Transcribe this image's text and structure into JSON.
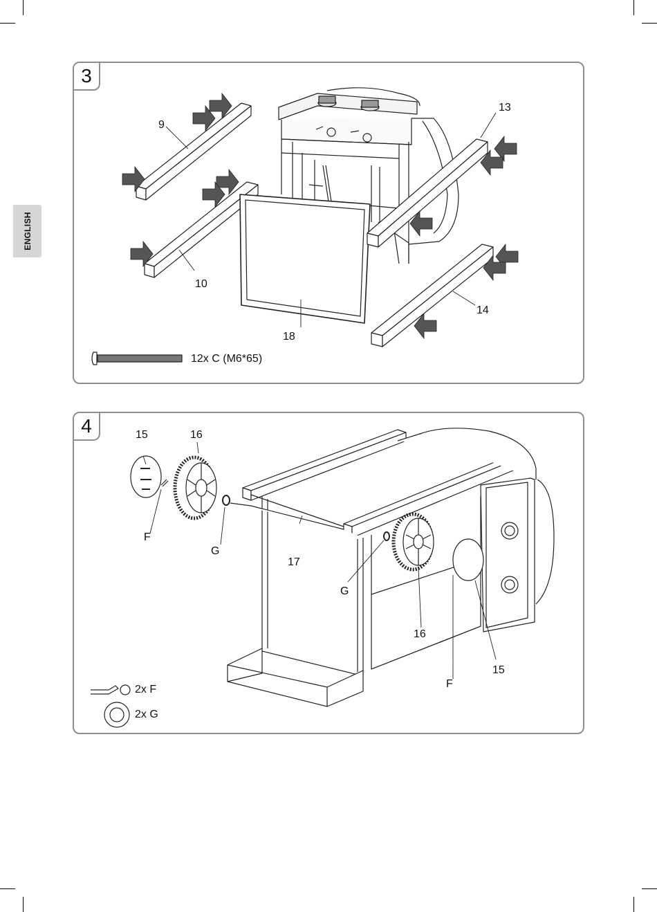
{
  "side_tab": {
    "label": "ENGLISH"
  },
  "step3": {
    "number": "3",
    "labels": {
      "rail_9": "9",
      "rail_10": "10",
      "rail_13": "13",
      "rail_14": "14",
      "panel_18": "18"
    },
    "hardware": {
      "bolt_label": "12x C (M6*65)"
    }
  },
  "step4": {
    "number": "4",
    "labels": {
      "hubcap_15": "15",
      "wheel_16": "16",
      "pin_F": "F",
      "washer_G": "G",
      "axle_17": "17",
      "washer_G_2": "G",
      "wheel_16_2": "16",
      "pin_F_2": "F",
      "hubcap_15_2": "15"
    },
    "hardware": {
      "pin_label": "2x F",
      "washer_label": "2x G"
    }
  },
  "colors": {
    "panel_border": "#8e8e8e",
    "tab_bg": "#d6d6d6",
    "arrow_fill": "#555555",
    "line": "#222222"
  }
}
